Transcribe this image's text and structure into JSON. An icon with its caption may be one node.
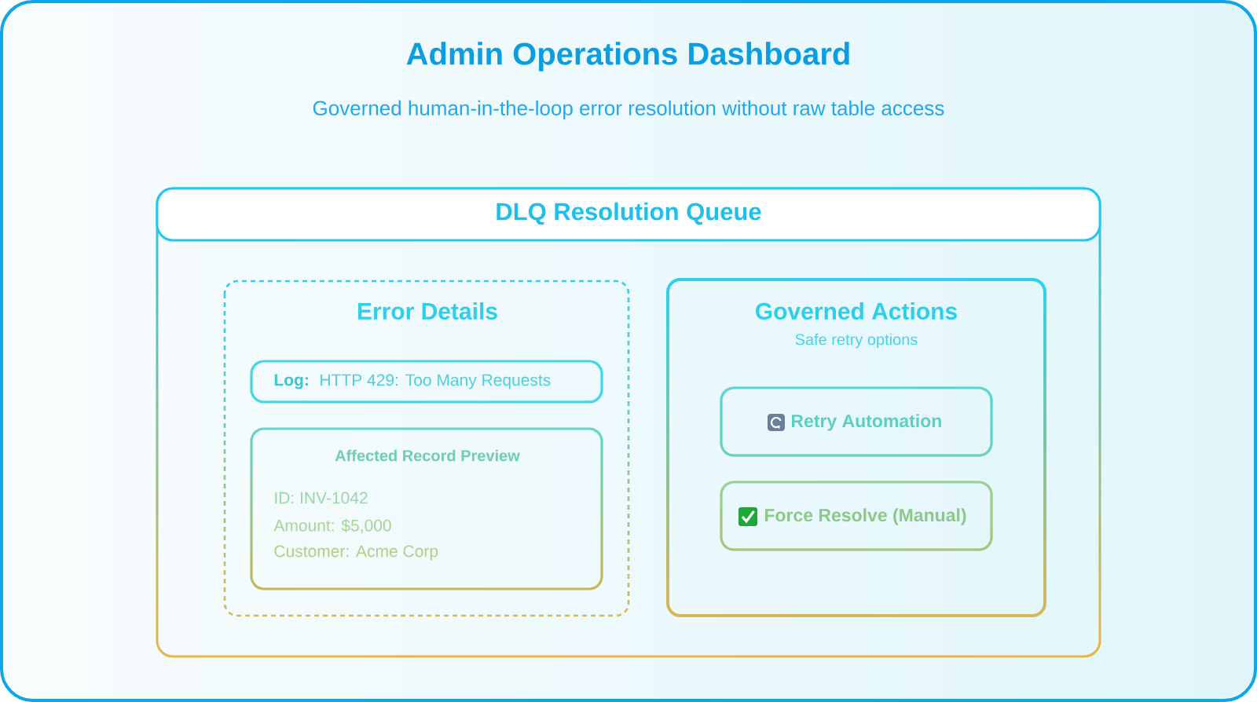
{
  "diagram": {
    "title": "Admin Operations Dashboard",
    "nodes": [
      {
        "text": [
          "DLQ Resolution Queue"
        ]
      },
      {
        "text": [
          "Error Details"
        ],
        "in": 0
      },
      {
        "text": [
          "Log:",
          "HTTP 429: Too Many Requests"
        ],
        "in": 1
      },
      {
        "text": [
          "Affected Record Preview",
          "ID: INV-1042",
          "Amount: $5,000",
          "Customer: Acme Corp"
        ],
        "in": 1
      },
      {
        "text": [
          "Governed Actions",
          "Safe retry options"
        ],
        "in": 0
      },
      {
        "text": [
          "Retry Automation"
        ],
        "in": 4
      },
      {
        "text": [
          "Force Resolve (Manual)"
        ],
        "in": 4
      }
    ],
    "labels": [
      "Governed human-in-the-loop error resolution without raw table access"
    ]
  }
}
